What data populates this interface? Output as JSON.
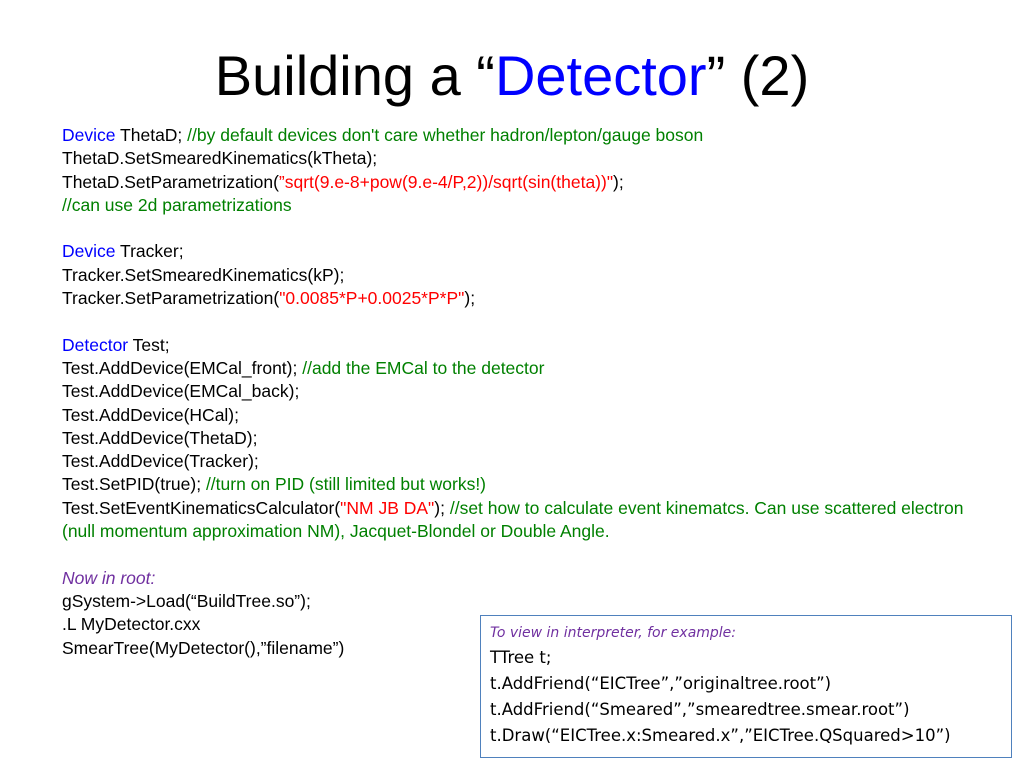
{
  "title": {
    "before": "Building a “",
    "highlight": "Detector",
    "after": "” (2)"
  },
  "code": {
    "l1": {
      "kw": "Device",
      "text": " ThetaD;  ",
      "comment": "//by default devices don't care whether hadron/lepton/gauge boson"
    },
    "l2": "ThetaD.SetSmearedKinematics(kTheta);",
    "l3": {
      "pre": "ThetaD.SetParametrization(",
      "str": "”sqrt(9.e-8+pow(9.e-4/P,2))/sqrt(sin(theta))\"",
      "post": ");"
    },
    "l4": "//can use 2d parametrizations",
    "l5": {
      "kw": "Device",
      "text": " Tracker;"
    },
    "l6": "Tracker.SetSmearedKinematics(kP);",
    "l7": {
      "pre": "Tracker.SetParametrization(",
      "str": "\"0.0085*P+0.0025*P*P\"",
      "post": ");"
    },
    "l8": {
      "kw": "Detector",
      "text": " Test;"
    },
    "l9": {
      "text": "Test.AddDevice(EMCal_front);  ",
      "comment": "//add the EMCal to the detector"
    },
    "l10": "Test.AddDevice(EMCal_back);",
    "l11": "Test.AddDevice(HCal);",
    "l12": "Test.AddDevice(ThetaD);",
    "l13": "Test.AddDevice(Tracker);",
    "l14": {
      "text": "Test.SetPID(true);   ",
      "comment": "//turn on PID (still limited but works!)"
    },
    "l15": {
      "pre": "Test.SetEventKinematicsCalculator(",
      "str": "\"NM JB DA\"",
      "post": "); ",
      "comment": "//set how to calculate event kinematcs.  Can use scattered electron (null momentum approximation NM), Jacquet-Blondel or Double Angle."
    },
    "l16": "Now in root:",
    "l17": "gSystem->Load(“BuildTree.so”);",
    "l18": ".L MyDetector.cxx",
    "l19": "SmearTree(MyDetector(),”filename”)"
  },
  "box": {
    "caption": "To view in interpreter, for example:",
    "lines": [
      "TTree t;",
      "t.AddFriend(“EICTree”,”originaltree.root”)",
      "t.AddFriend(“Smeared”,”smearedtree.smear.root”)",
      "t.Draw(“EICTree.x:Smeared.x”,”EICTree.QSquared>10”)"
    ]
  }
}
